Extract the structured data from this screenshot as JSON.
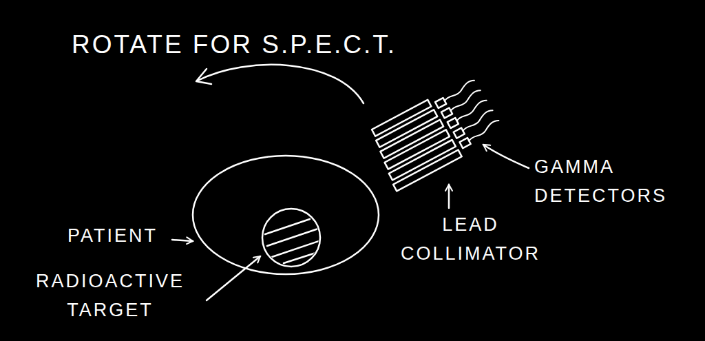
{
  "diagram": {
    "labels": [
      "ROTATE FOR S.P.E.C.T.",
      "PATIENT",
      "RADIOACTIVE TARGET",
      "LEAD COLLIMATOR",
      "GAMMA DETECTORS"
    ]
  }
}
